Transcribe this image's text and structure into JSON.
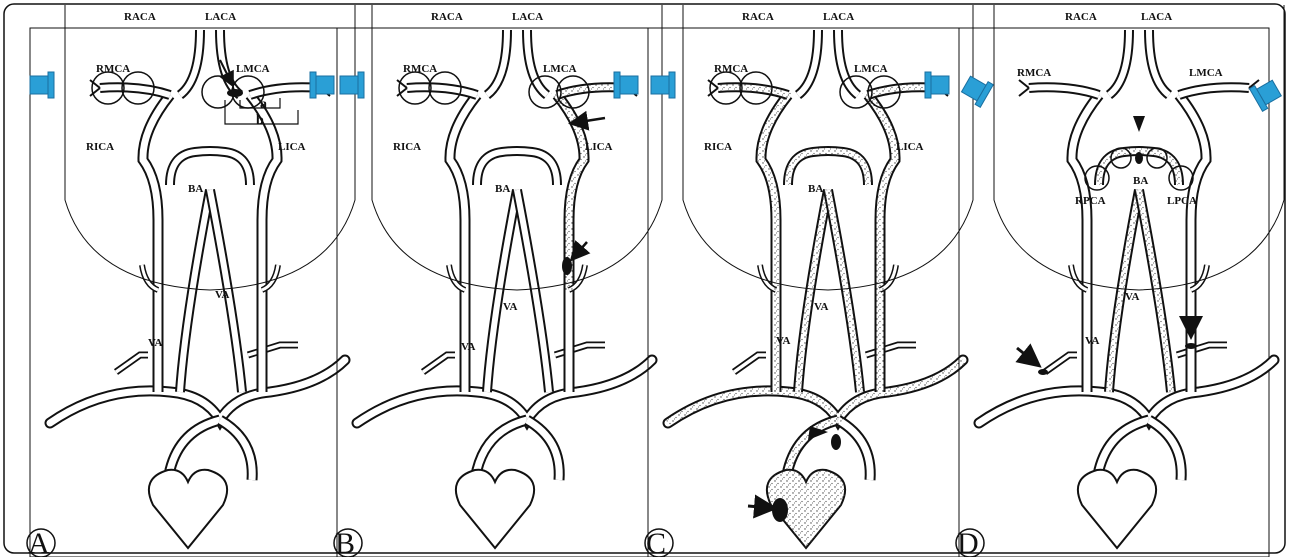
{
  "figure": {
    "panels": [
      {
        "letter": "A",
        "labels": {
          "raca": "RACA",
          "laca": "LACA",
          "rmca": "RMCA",
          "lmca": "LMCA",
          "rica": "RICA",
          "lica": "LICA",
          "ba": "BA",
          "va_left": "VA",
          "va_right": "VA",
          "a": "a",
          "b": "b"
        }
      },
      {
        "letter": "B",
        "labels": {
          "raca": "RACA",
          "laca": "LACA",
          "rmca": "RMCA",
          "lmca": "LMCA",
          "rica": "RICA",
          "lica": "LICA",
          "ba": "BA",
          "va_left": "VA",
          "va_right": "VA"
        }
      },
      {
        "letter": "C",
        "labels": {
          "raca": "RACA",
          "laca": "LACA",
          "rmca": "RMCA",
          "lmca": "LMCA",
          "rica": "RICA",
          "lica": "LICA",
          "ba": "BA",
          "va_left": "VA",
          "va_right": "VA"
        }
      },
      {
        "letter": "D",
        "labels": {
          "raca": "RACA",
          "laca": "LACA",
          "rmca": "RMCA",
          "lmca": "LMCA",
          "ba": "BA",
          "rpca": "RPCA",
          "lpca": "LPCA",
          "va_left": "VA",
          "va_right": "VA"
        }
      }
    ],
    "colors": {
      "probe": "#2a9fd6",
      "line": "#111111",
      "stipple": "#555555"
    }
  }
}
